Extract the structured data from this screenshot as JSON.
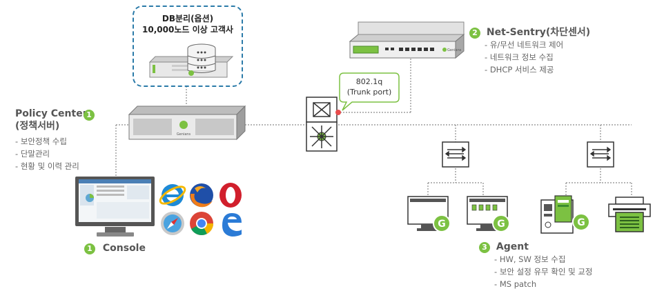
{
  "db_box": {
    "line1": "DB분리(옵션)",
    "line2": "10,000노드 이상 고객사"
  },
  "policy_center": {
    "number": "1",
    "title_line1": "Policy Center",
    "title_line2": "(정책서버)",
    "items": [
      "보안정책 수립",
      "단말관리",
      "현황 및 이력 관리"
    ]
  },
  "console": {
    "number": "1",
    "title": "Console"
  },
  "net_sentry": {
    "number": "2",
    "title": "Net-Sentry(차단센서)",
    "items": [
      "유/무선 네트워크 제어",
      "네트워크 정보 수집",
      "DHCP 서비스 제공"
    ]
  },
  "trunk": {
    "line1": "802.1q",
    "line2": "(Trunk port)"
  },
  "agent": {
    "number": "3",
    "title": "Agent",
    "items": [
      "HW, SW 정보 수집",
      "보안 설정 유무 확인 및 교정",
      "MS patch"
    ]
  },
  "brand_logo": "Genians",
  "colors": {
    "green": "#7cc142",
    "dark_green": "#3b8b2e",
    "dashed_blue": "#2a7aa8",
    "line": "#888888"
  }
}
